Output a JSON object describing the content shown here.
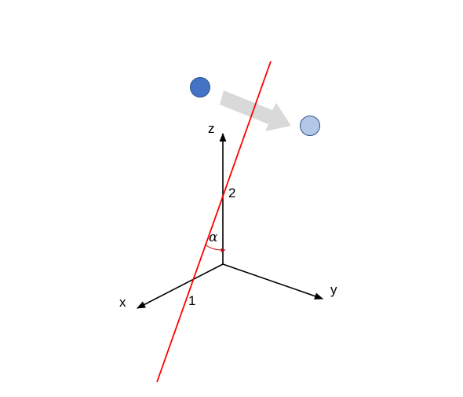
{
  "axes": {
    "x_label": "x",
    "y_label": "y",
    "z_label": "z"
  },
  "points": {
    "intercept_x": "1",
    "intercept_z": "2"
  },
  "angle_label": "α",
  "colors": {
    "axis": "#000000",
    "line": "#ff0000",
    "arc": "#c00000",
    "ball_start": "#4472c4",
    "ball_end": "#b4c7e7",
    "arrow": "#d9d9d9"
  },
  "icons": {
    "ball_start": "circle-icon",
    "ball_end": "circle-icon",
    "motion": "right-arrow-icon"
  }
}
